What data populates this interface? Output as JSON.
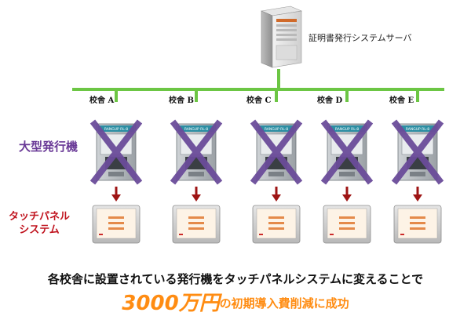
{
  "server": {
    "label": "証明書発行システムサーバ",
    "icon": "server-tower-icon"
  },
  "network": {
    "color": "#6cc644"
  },
  "campuses": [
    {
      "label": "校舎 A"
    },
    {
      "label": "校舎 B"
    },
    {
      "label": "校舎 C"
    },
    {
      "label": "校舎 D"
    },
    {
      "label": "校舎 E"
    }
  ],
  "rows": {
    "old": {
      "label": "大型発行機",
      "color": "#6a3a97",
      "machine_panel_text": "RANGUP RL-8"
    },
    "new": {
      "label_line1": "タッチパネル",
      "label_line2": "システム",
      "color": "#c0141f"
    }
  },
  "cross_color": "#6b4c9a",
  "arrow_color": "#9e1414",
  "caption": {
    "line1": "各校舎に設置されている発行機をタッチパネルシステムに変えることで",
    "amount": "3000万円",
    "line2_rest": "の初期導入費削減に成功",
    "accent_color": "#ff8c12"
  }
}
